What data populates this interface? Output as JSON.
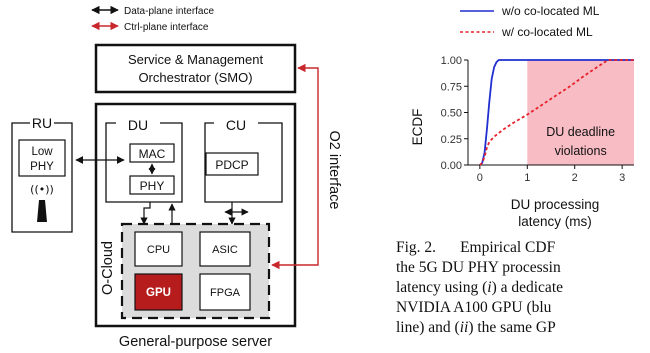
{
  "diagram": {
    "legend": {
      "data_plane": "Data-plane interface",
      "ctrl_plane": "Ctrl-plane interface"
    },
    "smo": {
      "line1": "Service & Management",
      "line2": "Orchestrator (SMO)"
    },
    "o2_interface": "O2 interface",
    "ru": {
      "label": "RU",
      "low_phy_line1": "Low",
      "low_phy_line2": "PHY"
    },
    "du": {
      "label": "DU",
      "mac": "MAC",
      "phy": "PHY"
    },
    "cu": {
      "label": "CU",
      "pdcp": "PDCP"
    },
    "ocloud": {
      "label": "O-Cloud",
      "cpu": "CPU",
      "asic": "ASIC",
      "gpu": "GPU",
      "fpga": "FPGA"
    },
    "server_label": "General-purpose server",
    "colors": {
      "ctrl_plane": "#c8282d",
      "gpu_fill": "#b71c1c",
      "ocloud_fill": "#dcdcdc"
    }
  },
  "caption": {
    "label": "Fig. 2.",
    "line1_text": "Empirical CDF",
    "line2_pre": "the 5G DU PHY processin",
    "line3_pre": "latency using (",
    "line3_i": "i",
    "line3_post": ") a dedicate",
    "line4": "NVIDIA A100 GPU (blu",
    "line5_pre": "line) and (",
    "line5_ii": "ii",
    "line5_post": ") the same GP"
  },
  "chart_data": {
    "type": "line",
    "xlabel": "DU processing latency (ms)",
    "ylabel": "ECDF",
    "xlim": [
      -0.25,
      3.25
    ],
    "ylim": [
      0,
      1.0
    ],
    "x_ticks": [
      0,
      1,
      2,
      3
    ],
    "y_ticks": [
      0.0,
      0.25,
      0.5,
      0.75,
      1.0
    ],
    "x_tick_labels": [
      "0",
      "1",
      "2",
      "3"
    ],
    "y_tick_labels": [
      "0.00",
      "0.25",
      "0.50",
      "0.75",
      "1.00"
    ],
    "grid": false,
    "legend_position": "top",
    "annotation": {
      "line1": "DU deadline",
      "line2": "violations",
      "region_x": [
        1.0,
        3.25
      ],
      "color": "#f4a6b0"
    },
    "series": [
      {
        "name": "w/o co-located ML",
        "color": "#1f2fd0",
        "style": "solid",
        "x": [
          0,
          0.05,
          0.1,
          0.15,
          0.2,
          0.25,
          0.3,
          0.35,
          0.4,
          0.5,
          3.25
        ],
        "y": [
          0,
          0.02,
          0.12,
          0.35,
          0.6,
          0.82,
          0.93,
          0.98,
          1.0,
          1.0,
          1.0
        ]
      },
      {
        "name": "w/ co-located ML",
        "color": "#e8202a",
        "style": "dashed",
        "x": [
          0,
          0.05,
          0.1,
          0.15,
          0.2,
          0.3,
          0.5,
          0.7,
          1.0,
          1.3,
          1.6,
          1.9,
          2.2,
          2.5,
          2.7,
          3.25
        ],
        "y": [
          0,
          0.02,
          0.08,
          0.17,
          0.22,
          0.27,
          0.34,
          0.4,
          0.48,
          0.57,
          0.66,
          0.75,
          0.85,
          0.94,
          1.0,
          1.0
        ]
      }
    ]
  }
}
